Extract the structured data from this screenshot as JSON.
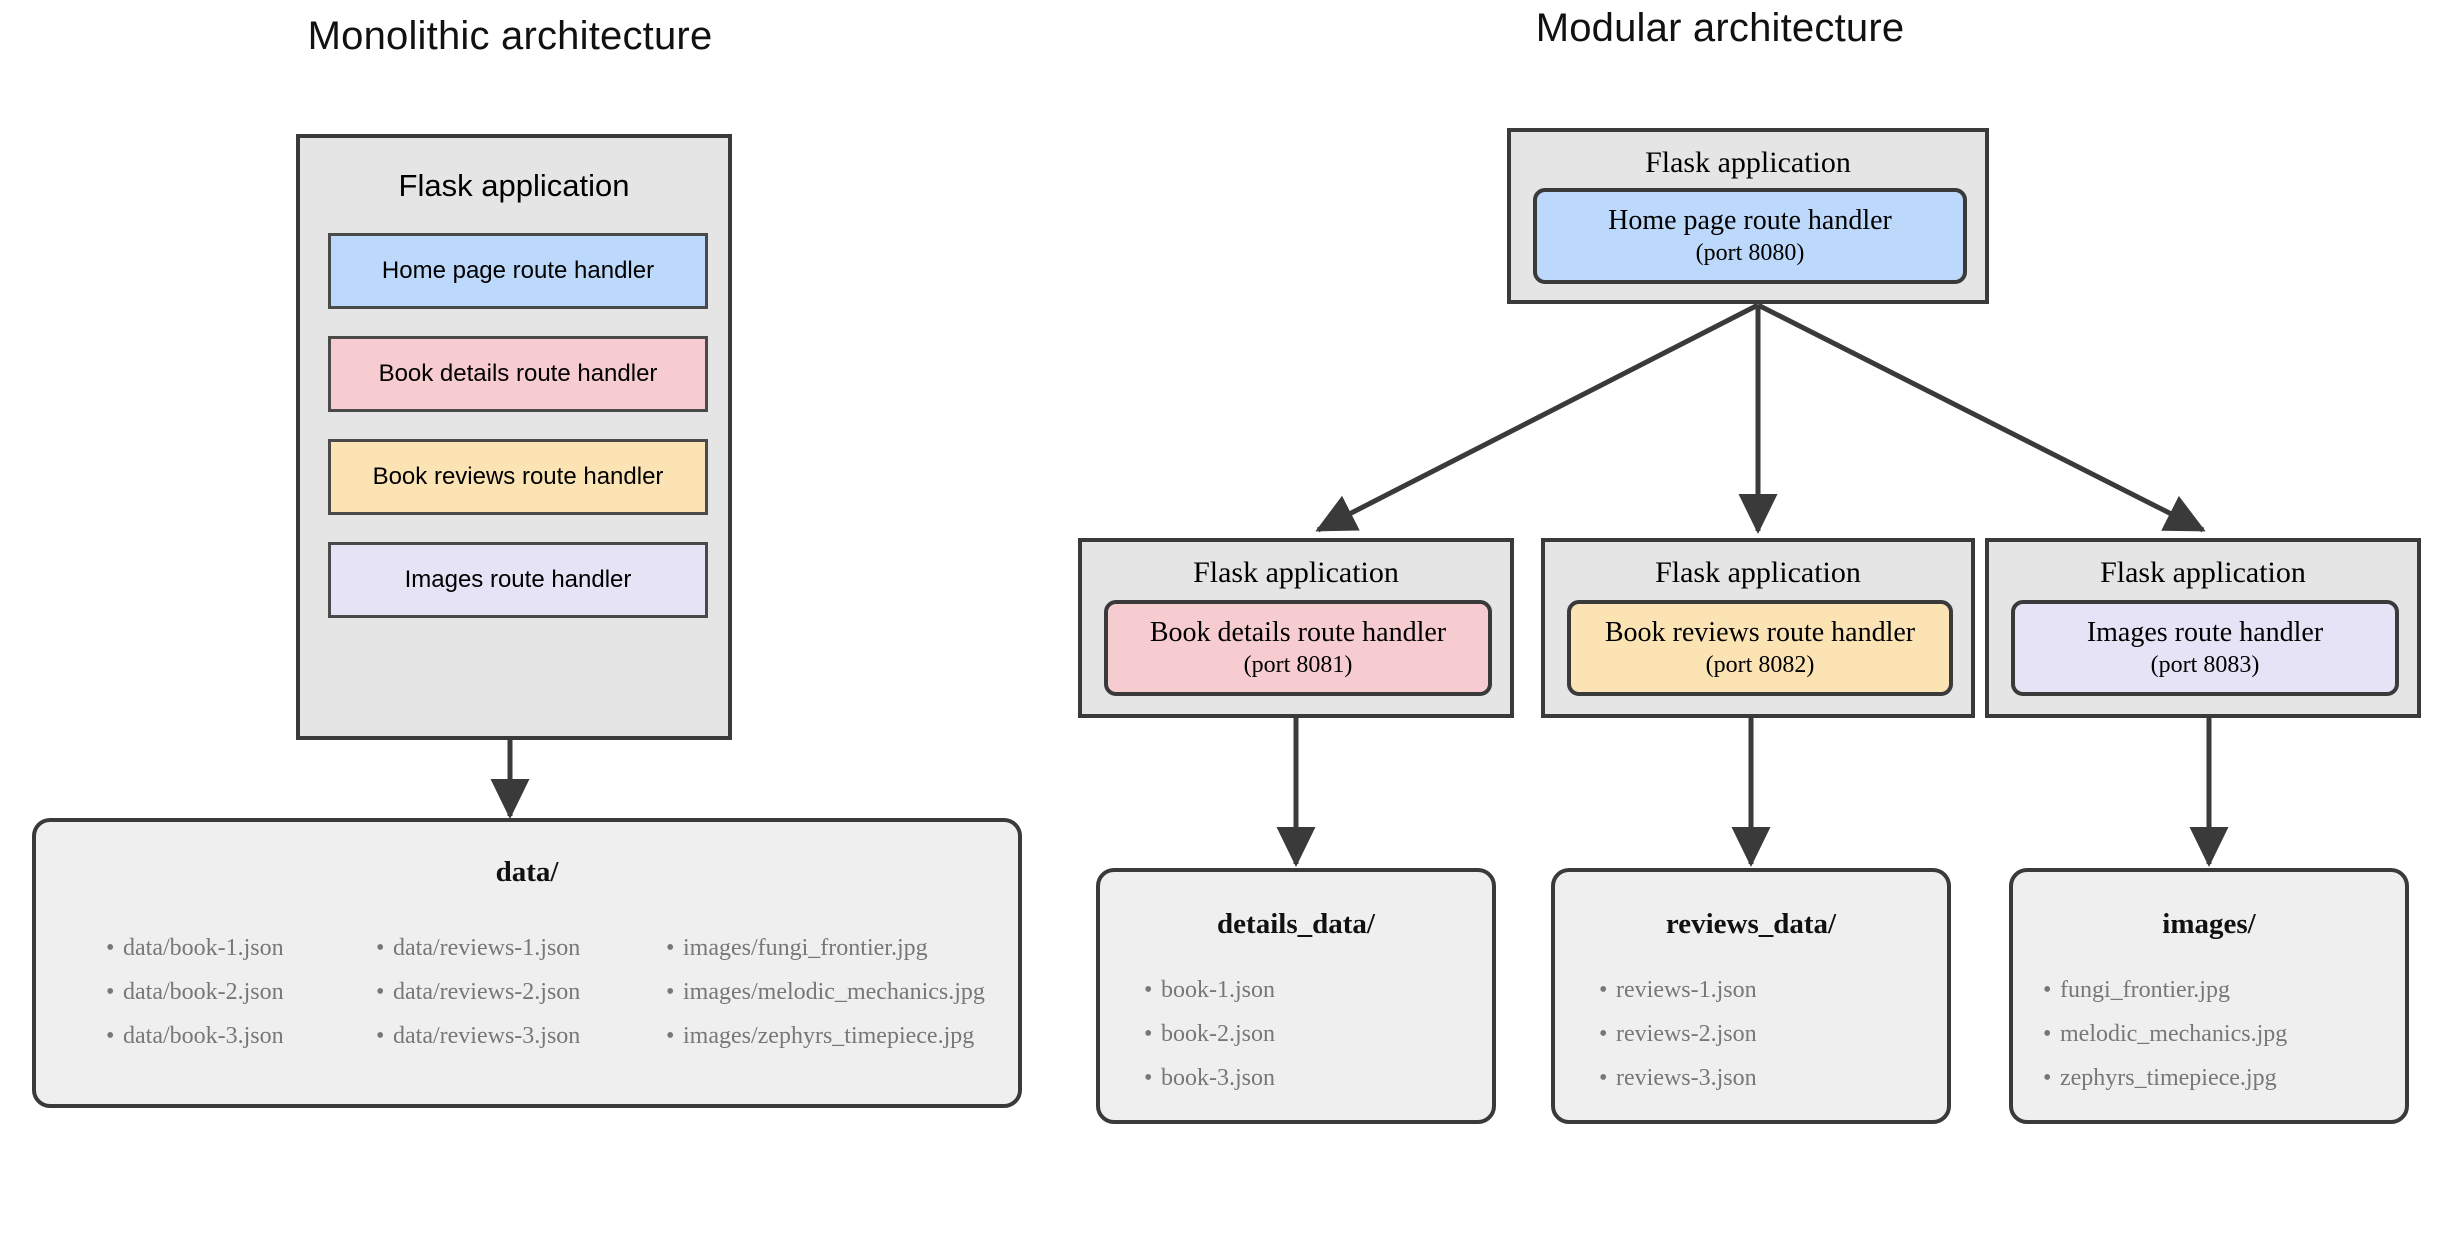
{
  "titles": {
    "monolithic": "Monolithic architecture",
    "modular": "Modular architecture"
  },
  "colors": {
    "home": "#bcd8fa",
    "details": "#f6ccd0",
    "reviews": "#fbe3b3",
    "images": "#e6e3f6",
    "container_fill": "#e5e5e5",
    "data_fill": "#efefef",
    "stroke": "#3a3a3a",
    "list_text": "#777777"
  },
  "monolithic": {
    "app_label": "Flask application",
    "routes": [
      {
        "label": "Home page route handler"
      },
      {
        "label": "Book details route handler"
      },
      {
        "label": "Book reviews route handler"
      },
      {
        "label": "Images route handler"
      }
    ],
    "data_store": {
      "title": "data/",
      "columns": [
        [
          "data/book-1.json",
          "data/book-2.json",
          "data/book-3.json"
        ],
        [
          "data/reviews-1.json",
          "data/reviews-2.json",
          "data/reviews-3.json"
        ],
        [
          "images/fungi_frontier.jpg",
          "images/melodic_mechanics.jpg",
          "images/zephyrs_timepiece.jpg"
        ]
      ]
    }
  },
  "modular": {
    "top_service": {
      "app_label": "Flask application",
      "route_label": "Home page route handler",
      "port_label": "(port 8080)"
    },
    "services": [
      {
        "app_label": "Flask application",
        "route_label": "Book details route handler",
        "port_label": "(port 8081)",
        "data_store": {
          "title": "details_data/",
          "files": [
            "book-1.json",
            "book-2.json",
            "book-3.json"
          ]
        }
      },
      {
        "app_label": "Flask application",
        "route_label": "Book reviews route handler",
        "port_label": "(port 8082)",
        "data_store": {
          "title": "reviews_data/",
          "files": [
            "reviews-1.json",
            "reviews-2.json",
            "reviews-3.json"
          ]
        }
      },
      {
        "app_label": "Flask application",
        "route_label": "Images route handler",
        "port_label": "(port 8083)",
        "data_store": {
          "title": "images/",
          "files": [
            "fungi_frontier.jpg",
            "melodic_mechanics.jpg",
            "zephyrs_timepiece.jpg"
          ]
        }
      }
    ]
  }
}
